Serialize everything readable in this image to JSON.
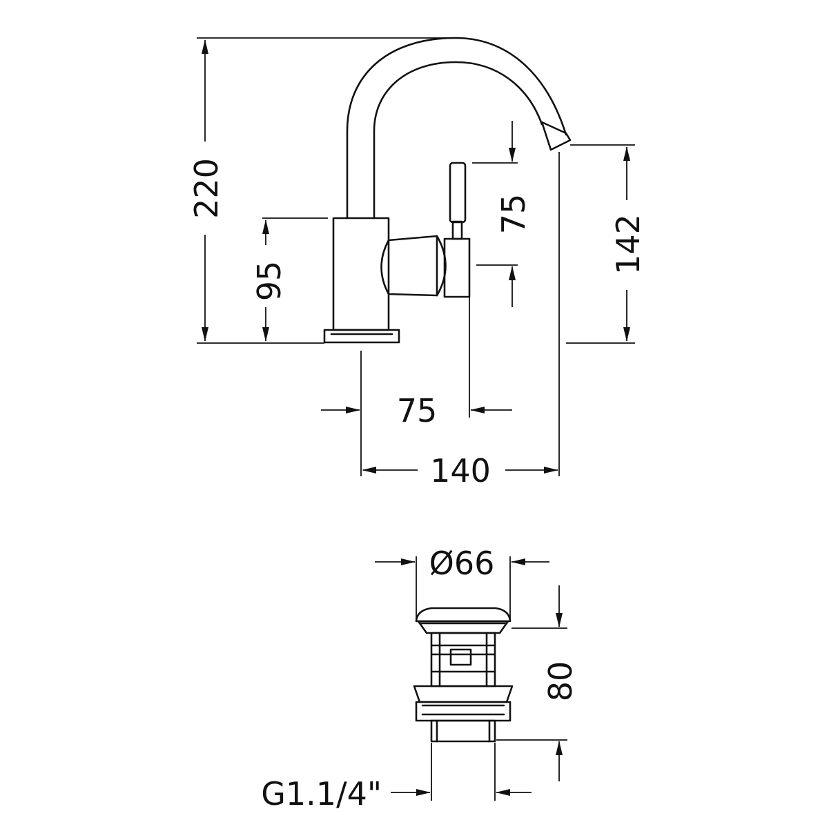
{
  "tap": {
    "dims": {
      "overall_height": "220",
      "body_height": "95",
      "handle_height": "75",
      "spout_height": "142",
      "handle_reach": "75",
      "spout_reach": "140"
    }
  },
  "waste": {
    "dims": {
      "diameter": "Ø66",
      "height": "80",
      "thread": "G1.1/4\""
    }
  }
}
